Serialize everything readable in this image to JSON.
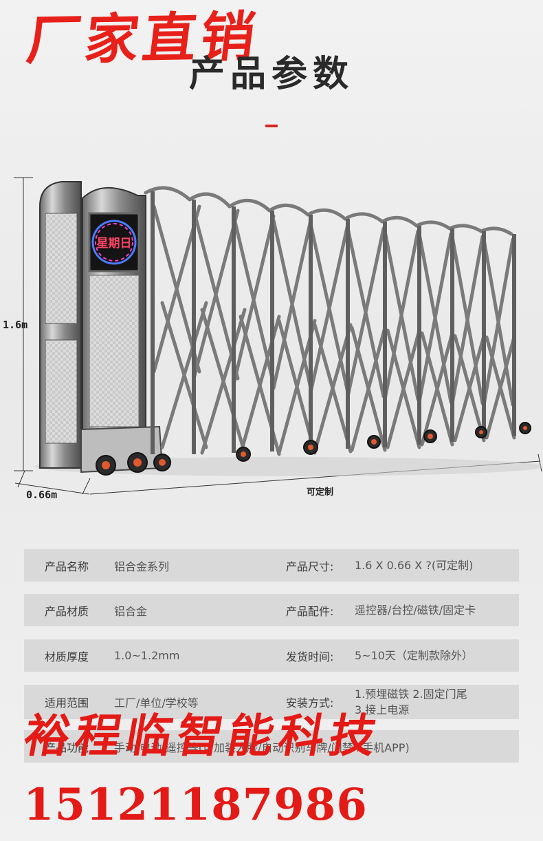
{
  "promo_title": "厂家直销",
  "section_title": "产品参数",
  "dimensions": {
    "height": "1.6m",
    "depth": "0.66m",
    "length": "可定制"
  },
  "gate_display": "星期日",
  "specs": [
    {
      "key_left": "产品名称",
      "val_left": "铝合金系列",
      "key_right": "产品尺寸:",
      "val_right": "1.6 X 0.66 X ?(可定制)"
    },
    {
      "key_left": "产品材质",
      "val_left": "铝合金",
      "key_right": "产品配件:",
      "val_right": "遥控器/台控/磁铁/固定卡"
    },
    {
      "key_left": "材质厚度",
      "val_left": "1.0~1.2mm",
      "key_right": "发货时间:",
      "val_right": "5~10天（定制款除外）"
    },
    {
      "key_left": "适用范围",
      "val_left": "工厂/单位/学校等",
      "key_right": "安装方式:",
      "val_right": "1.预埋磁铁  2.固定门尾",
      "val_right_2": "3.接上电源"
    },
    {
      "key_left": "产品功能",
      "val_left": "手动/电动/遥控等(可加装人脸/自动识别车牌/门禁+手机APP)"
    }
  ],
  "company_overlay": "裕程临智能科技",
  "phone_overlay": "15121187986",
  "colors": {
    "accent_red": "#e41a16",
    "row_bg": "#d9d9d9"
  }
}
